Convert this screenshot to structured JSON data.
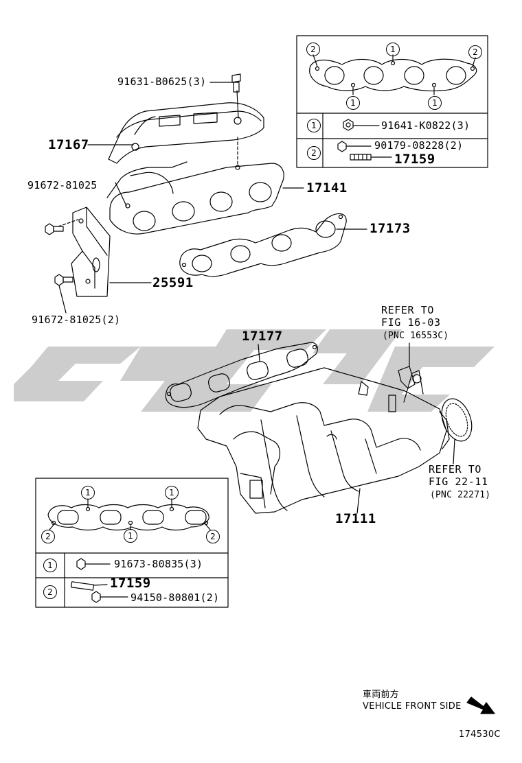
{
  "legend_top": {
    "circle1": "1",
    "circle2": "2",
    "row1_part": "91641-K0822(3)",
    "row2_part_a": "90179-08228(2)",
    "row2_part_b": "17159"
  },
  "legend_bottom": {
    "circle1": "1",
    "circle2": "2",
    "row1_part": "91673-80835(3)",
    "row2_part_a": "17159",
    "row2_part_b": "94150-80801(2)"
  },
  "parts": {
    "bolt_heat_insulator": "91631-B0625(3)",
    "heat_insulator": "17167",
    "exhaust_manifold": "17141",
    "bolt_upper": "91672-81025",
    "gasket_exhaust": "17173",
    "bracket": "25591",
    "bolt_lower": "91672-81025(2)",
    "gasket_intake": "17177",
    "intake_manifold": "17111"
  },
  "references": {
    "ref1_line1": "REFER TO",
    "ref1_line2": "FIG 16-03",
    "ref1_line3": "(PNC 16553C)",
    "ref2_line1": "REFER TO",
    "ref2_line2": "FIG 22-11",
    "ref2_line3": "(PNC 22271)"
  },
  "direction": {
    "japanese": "車両前方",
    "english": "VEHICLE FRONT SIDE"
  },
  "figure_id": "174530C",
  "colors": {
    "ink": "#000000",
    "watermark": "#c8c8c8"
  }
}
